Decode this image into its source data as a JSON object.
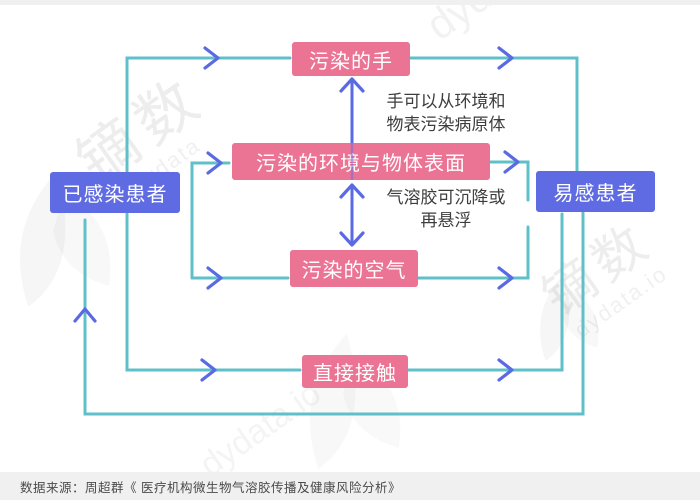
{
  "nodes": {
    "infected": "已感染患者",
    "hands": "污染的手",
    "surfaces": "污染的环境与物体表面",
    "air": "污染的空气",
    "contact": "直接接触",
    "susceptible": "易感患者"
  },
  "annotations": {
    "hands_note_line1": "手可以从环境和",
    "hands_note_line2": "物表污染病原体",
    "aerosol_note_line1": "气溶胶可沉降或",
    "aerosol_note_line2": "再悬浮"
  },
  "footer": {
    "source": "数据来源：周超群《 医疗机构微生物气溶胶传播及健康风险分析》"
  },
  "watermark": {
    "brand": "镝数",
    "site": "dydata.io",
    "site_short": "dydata"
  },
  "colors": {
    "node_pink": "#EB7394",
    "node_blue": "#5E6BE2",
    "line_teal": "#5FC0CA",
    "arrow_blue": "#5A6AE4",
    "note_text": "#3D3D3D",
    "footer_bg": "#F0F0F0",
    "footer_text": "#4A4A4A"
  }
}
